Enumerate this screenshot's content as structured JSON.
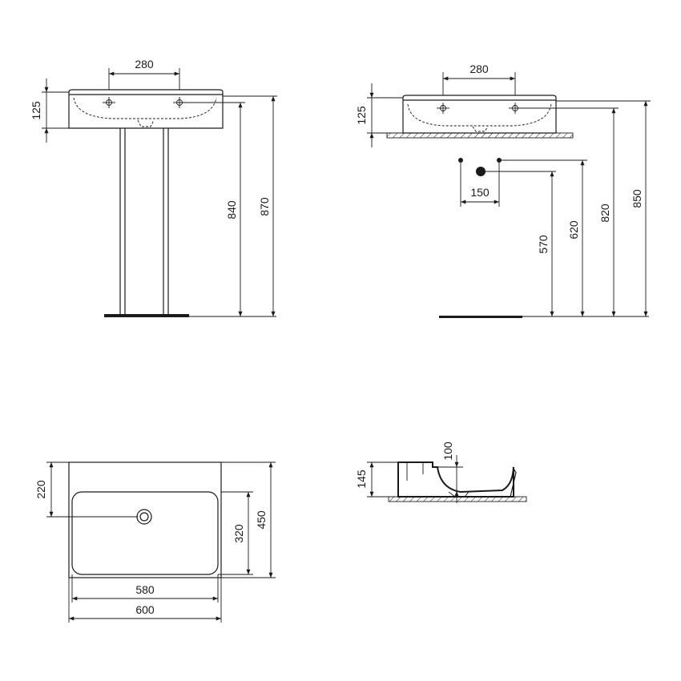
{
  "dimensions": {
    "pedestal_view": {
      "tap_spacing": "280",
      "basin_height": "125",
      "rim_height": "840",
      "overall_height": "870"
    },
    "wall_view": {
      "tap_spacing": "280",
      "basin_height": "125",
      "waste_spacing": "150",
      "waste_height": "570",
      "supply_height": "620",
      "rim_height": "820",
      "overall_height": "850"
    },
    "plan_view": {
      "tap_offset": "220",
      "bowl_depth": "320",
      "overall_depth": "450",
      "bowl_width": "580",
      "overall_width": "600"
    },
    "section_view": {
      "bowl_depth": "100",
      "overall_height": "145"
    }
  }
}
